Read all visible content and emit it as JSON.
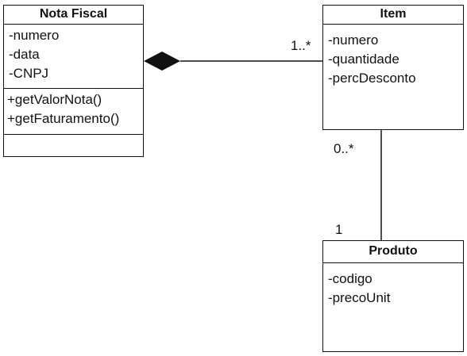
{
  "classes": {
    "nota_fiscal": {
      "name": "Nota Fiscal",
      "attributes": [
        "-numero",
        "-data",
        "-CNPJ"
      ],
      "methods": [
        "+getValorNota()",
        "+getFaturamento()"
      ]
    },
    "item": {
      "name": "Item",
      "attributes": [
        "-numero",
        "-quantidade",
        "-percDesconto"
      ]
    },
    "produto": {
      "name": "Produto",
      "attributes": [
        "-codigo",
        "-precoUnit"
      ]
    }
  },
  "associations": {
    "nota_item": {
      "target_multiplicity": "1..*",
      "type": "composition"
    },
    "item_produto": {
      "source_multiplicity": "0..*",
      "target_multiplicity": "1"
    }
  }
}
